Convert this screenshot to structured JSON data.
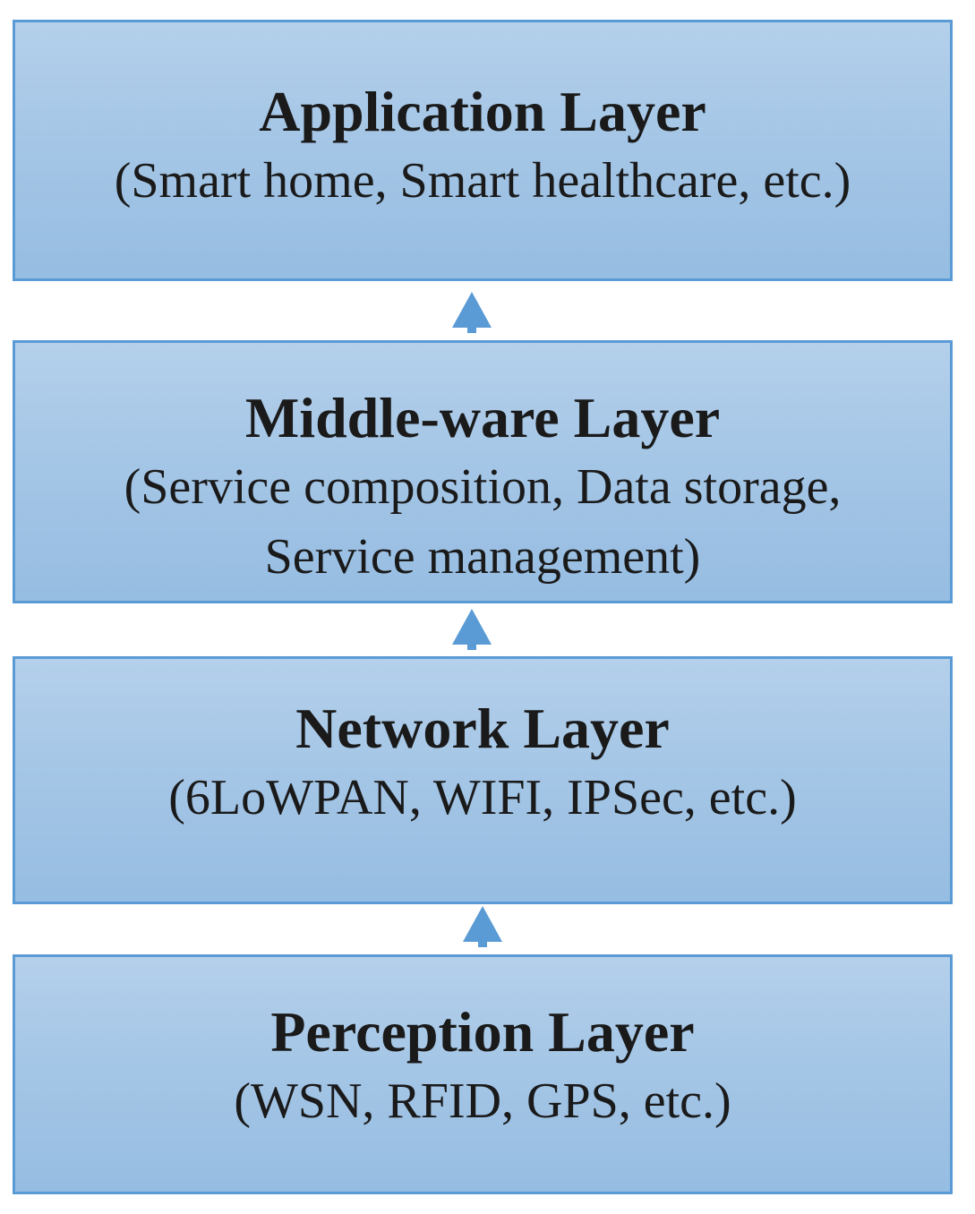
{
  "layers": [
    {
      "title": "Application Layer",
      "desc": "(Smart home, Smart healthcare, etc.)"
    },
    {
      "title": "Middle-ware Layer",
      "desc": "(Service composition, Data storage, Service management)"
    },
    {
      "title": "Network Layer",
      "desc": "(6LoWPAN, WIFI, IPSec, etc.)"
    },
    {
      "title": "Perception Layer",
      "desc": "(WSN, RFID, GPS, etc.)"
    }
  ],
  "colors": {
    "box_fill": "#a5c6e6",
    "box_border": "#5b9bd5",
    "arrow": "#5b9bd5",
    "text": "#1a1a1a"
  }
}
